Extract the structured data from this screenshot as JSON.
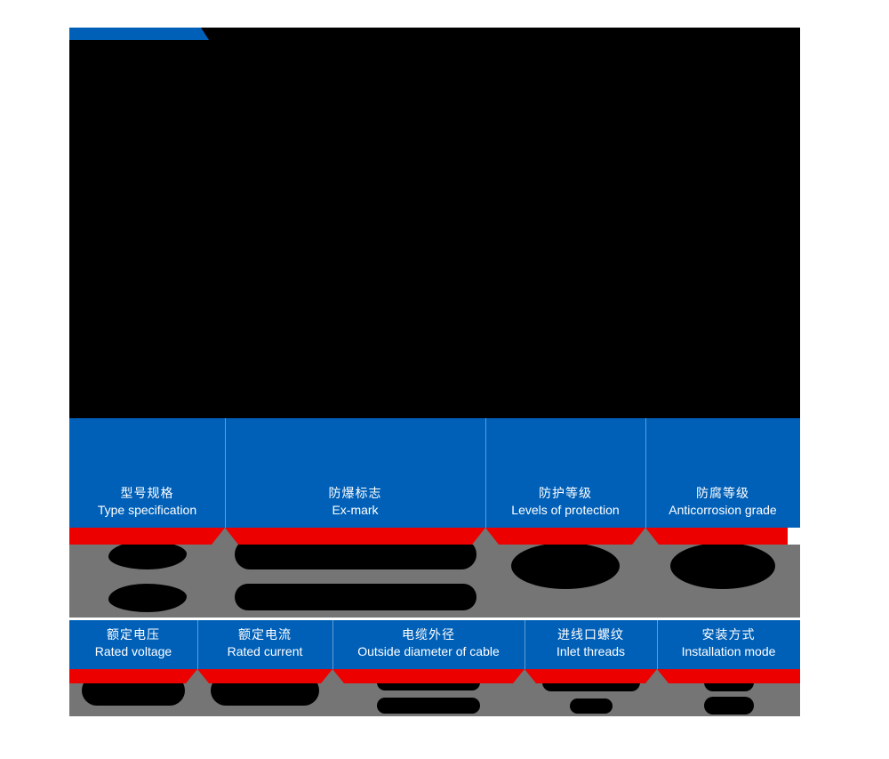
{
  "page": {
    "background_color": "#ffffff",
    "brand_blue": "#0060b8",
    "accent_red": "#ec0000",
    "band_gray": "#757575",
    "redaction_black": "#000000"
  },
  "hero": {
    "name": "product-image-banner",
    "state": "redacted",
    "tab_color": "#0060b8"
  },
  "spec_tables": [
    {
      "id": "spec-row-1",
      "columns": [
        {
          "cn": "型号规格",
          "en": "Type specification",
          "value_lines_redacted": 2
        },
        {
          "cn": "防爆标志",
          "en": "Ex-mark",
          "value_lines_redacted": 2
        },
        {
          "cn": "防护等级",
          "en": "Levels of protection",
          "value_lines_redacted": 1
        },
        {
          "cn": "防腐等级",
          "en": "Anticorrosion grade",
          "value_lines_redacted": 1
        }
      ]
    },
    {
      "id": "spec-row-2",
      "columns": [
        {
          "cn": "额定电压",
          "en": "Rated voltage",
          "value_lines_redacted": 1
        },
        {
          "cn": "额定电流",
          "en": "Rated current",
          "value_lines_redacted": 1
        },
        {
          "cn": "电缆外径",
          "en": "Outside diameter of cable",
          "value_lines_redacted": 2
        },
        {
          "cn": "进线口螺纹",
          "en": "Inlet threads",
          "value_lines_redacted": 2
        },
        {
          "cn": "安装方式",
          "en": "Installation mode",
          "value_lines_redacted": 2
        }
      ]
    }
  ]
}
